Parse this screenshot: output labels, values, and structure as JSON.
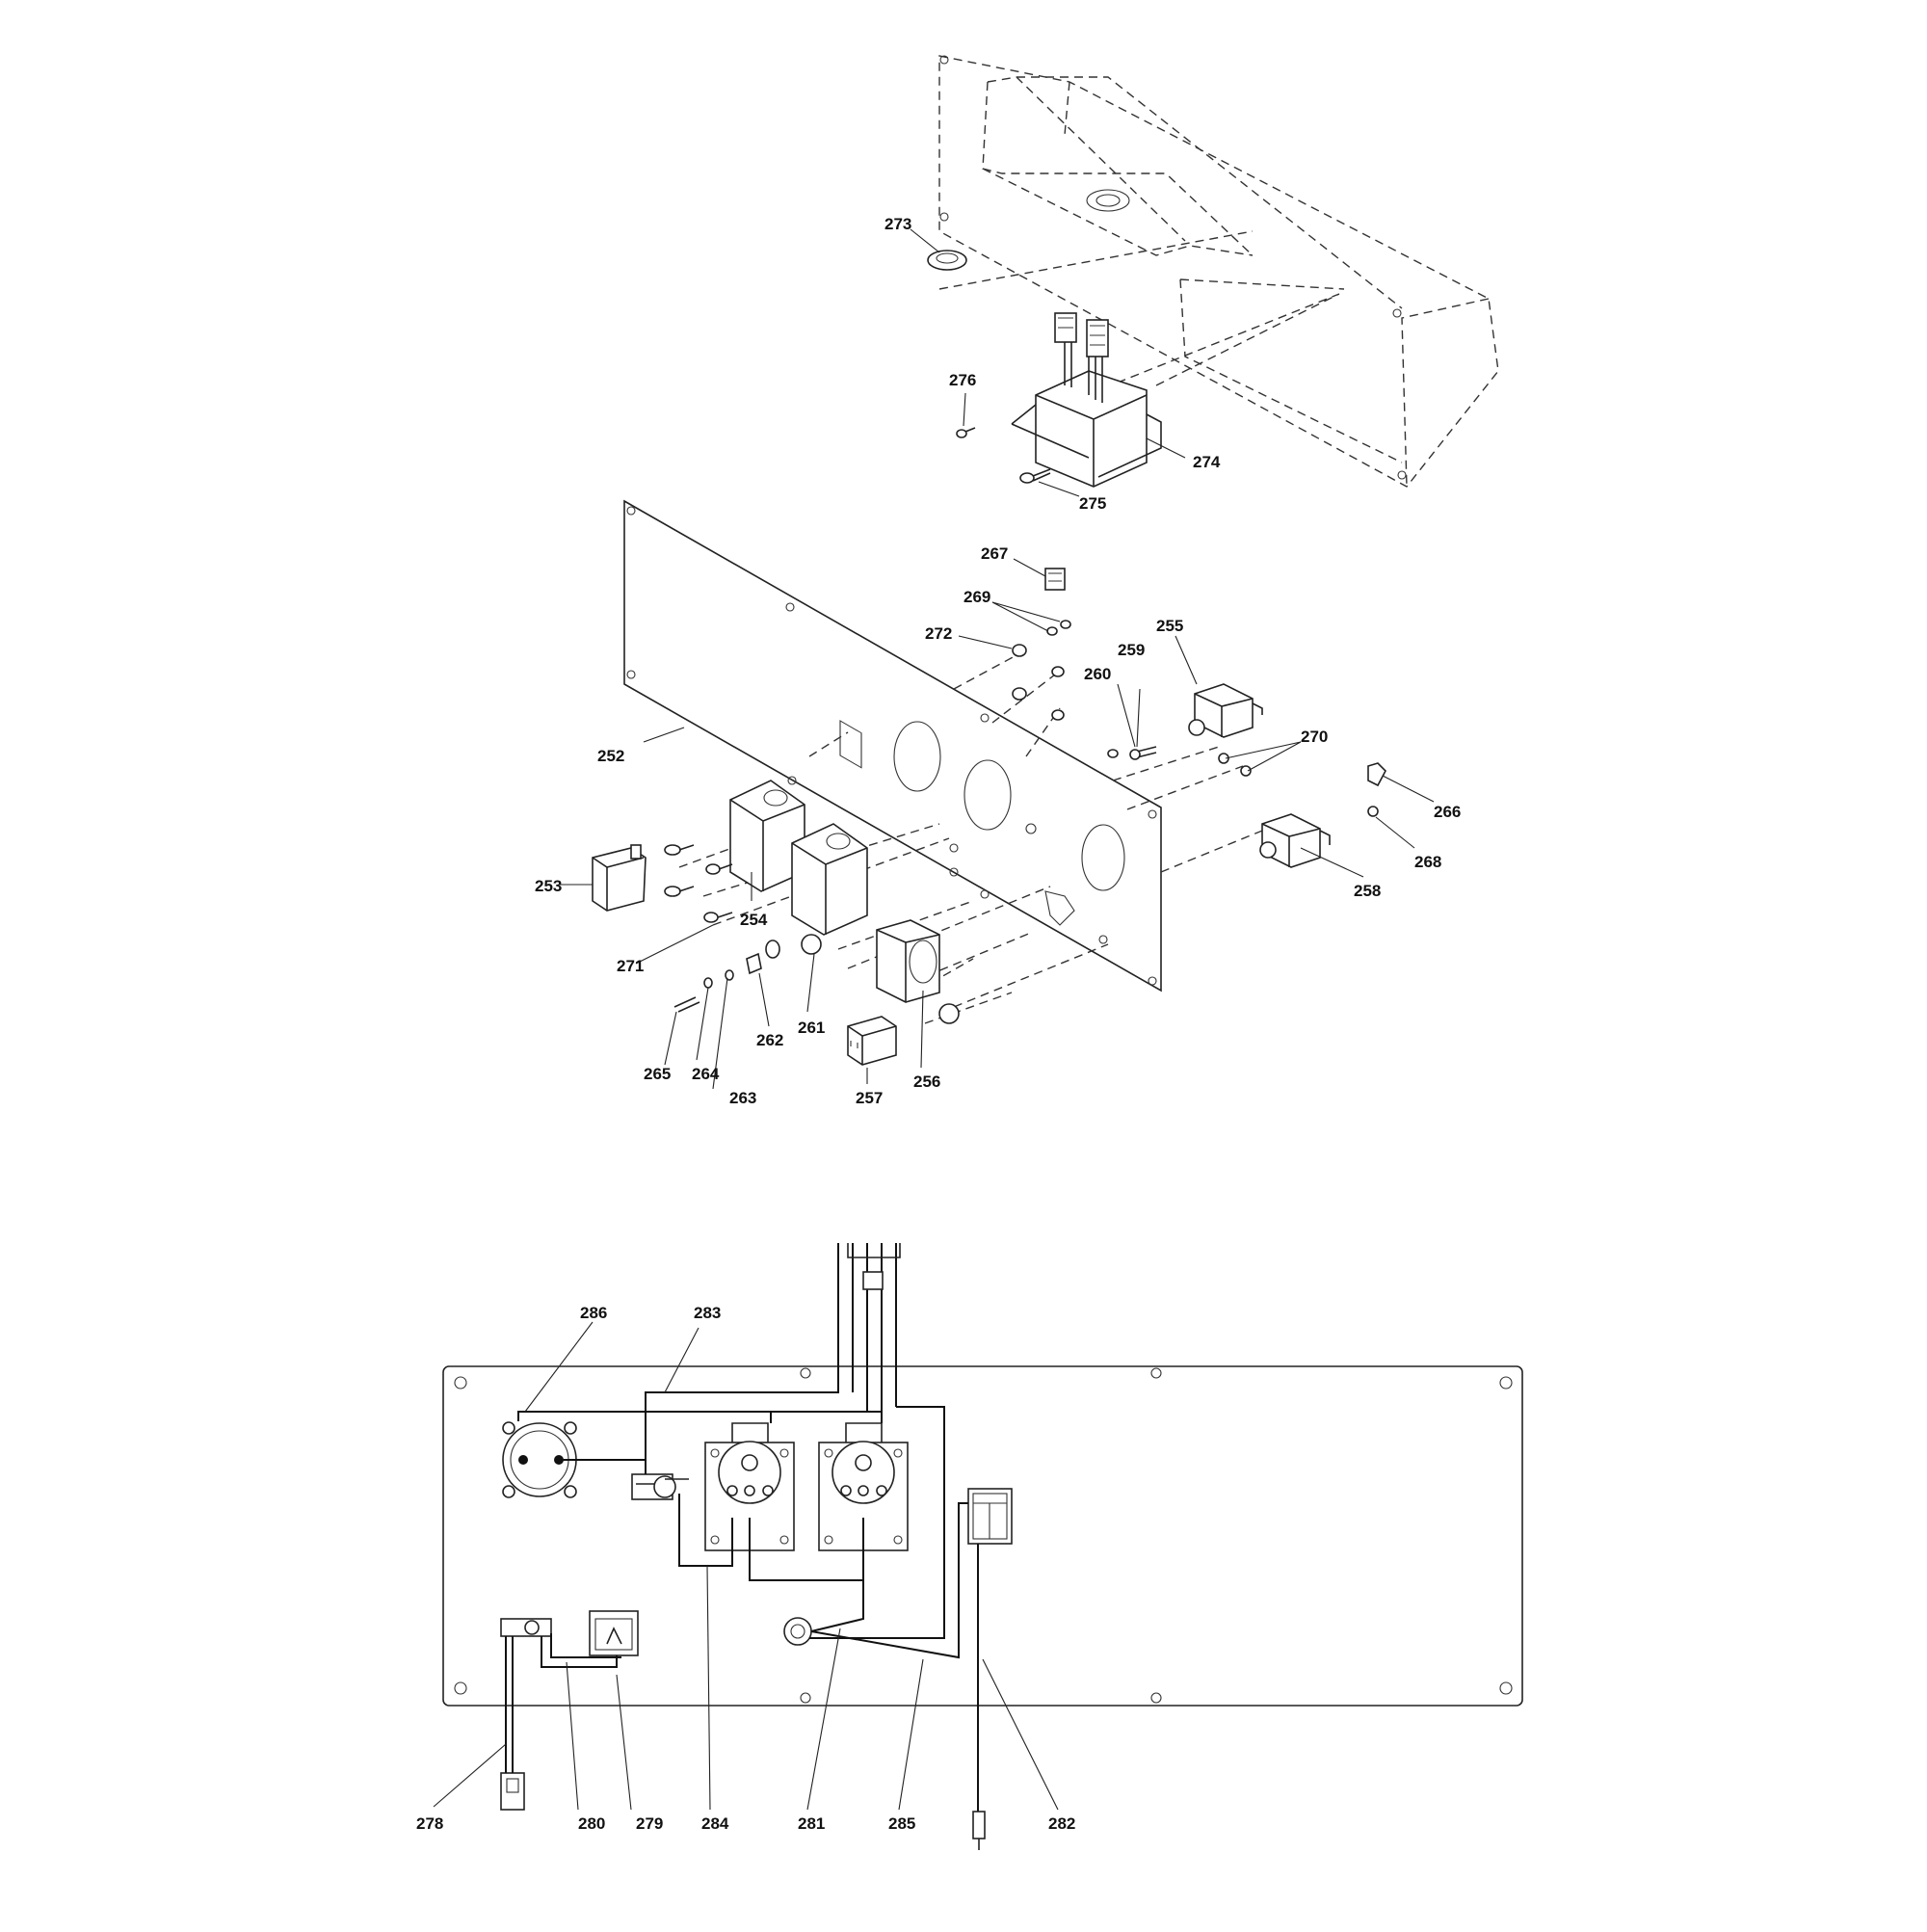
{
  "callouts": [
    {
      "id": "c252",
      "label": "252"
    },
    {
      "id": "c253",
      "label": "253"
    },
    {
      "id": "c254",
      "label": "254"
    },
    {
      "id": "c255",
      "label": "255"
    },
    {
      "id": "c256",
      "label": "256"
    },
    {
      "id": "c257",
      "label": "257"
    },
    {
      "id": "c258",
      "label": "258"
    },
    {
      "id": "c259",
      "label": "259"
    },
    {
      "id": "c260",
      "label": "260"
    },
    {
      "id": "c261",
      "label": "261"
    },
    {
      "id": "c262",
      "label": "262"
    },
    {
      "id": "c263",
      "label": "263"
    },
    {
      "id": "c264",
      "label": "264"
    },
    {
      "id": "c265",
      "label": "265"
    },
    {
      "id": "c266",
      "label": "266"
    },
    {
      "id": "c267",
      "label": "267"
    },
    {
      "id": "c268",
      "label": "268"
    },
    {
      "id": "c269",
      "label": "269"
    },
    {
      "id": "c270",
      "label": "270"
    },
    {
      "id": "c271",
      "label": "271"
    },
    {
      "id": "c272",
      "label": "272"
    },
    {
      "id": "c273",
      "label": "273"
    },
    {
      "id": "c274",
      "label": "274"
    },
    {
      "id": "c275",
      "label": "275"
    },
    {
      "id": "c276",
      "label": "276"
    },
    {
      "id": "c278",
      "label": "278"
    },
    {
      "id": "c279",
      "label": "279"
    },
    {
      "id": "c280",
      "label": "280"
    },
    {
      "id": "c281",
      "label": "281"
    },
    {
      "id": "c282",
      "label": "282"
    },
    {
      "id": "c283",
      "label": "283"
    },
    {
      "id": "c284",
      "label": "284"
    },
    {
      "id": "c285",
      "label": "285"
    },
    {
      "id": "c286",
      "label": "286"
    }
  ]
}
